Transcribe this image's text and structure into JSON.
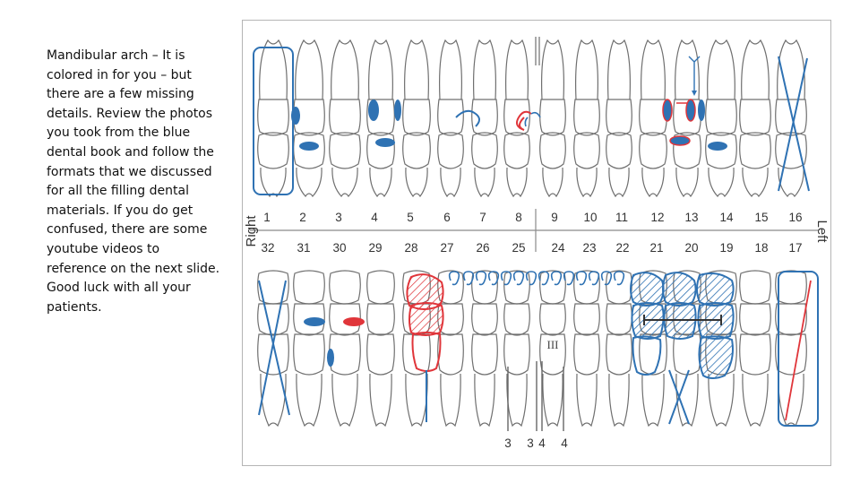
{
  "instructions": {
    "text": "Mandibular arch – It is colored in for you – but there are a few missing details. Review the photos you took from the blue dental book and follow the formats that we discussed for all the filling dental materials. If you do get confused, there are some youtube videos to reference on the next slide. Good luck with all your patients."
  },
  "chart": {
    "side_right": "Right",
    "side_left": "Left",
    "upper_numbers": [
      "1",
      "2",
      "3",
      "4",
      "5",
      "6",
      "7",
      "8",
      "9",
      "10",
      "11",
      "12",
      "13",
      "14",
      "15",
      "16"
    ],
    "lower_numbers": [
      "32",
      "31",
      "30",
      "29",
      "28",
      "27",
      "26",
      "25",
      "24",
      "23",
      "22",
      "21",
      "20",
      "19",
      "18",
      "17"
    ],
    "mobility_mark": "III",
    "pocket_labels": [
      "3",
      "3",
      "4",
      "4"
    ]
  },
  "colors": {
    "outline": "#6f6f6f",
    "blue": "#2f72b3",
    "red": "#e0353a",
    "frame": "#b5b5b5"
  }
}
